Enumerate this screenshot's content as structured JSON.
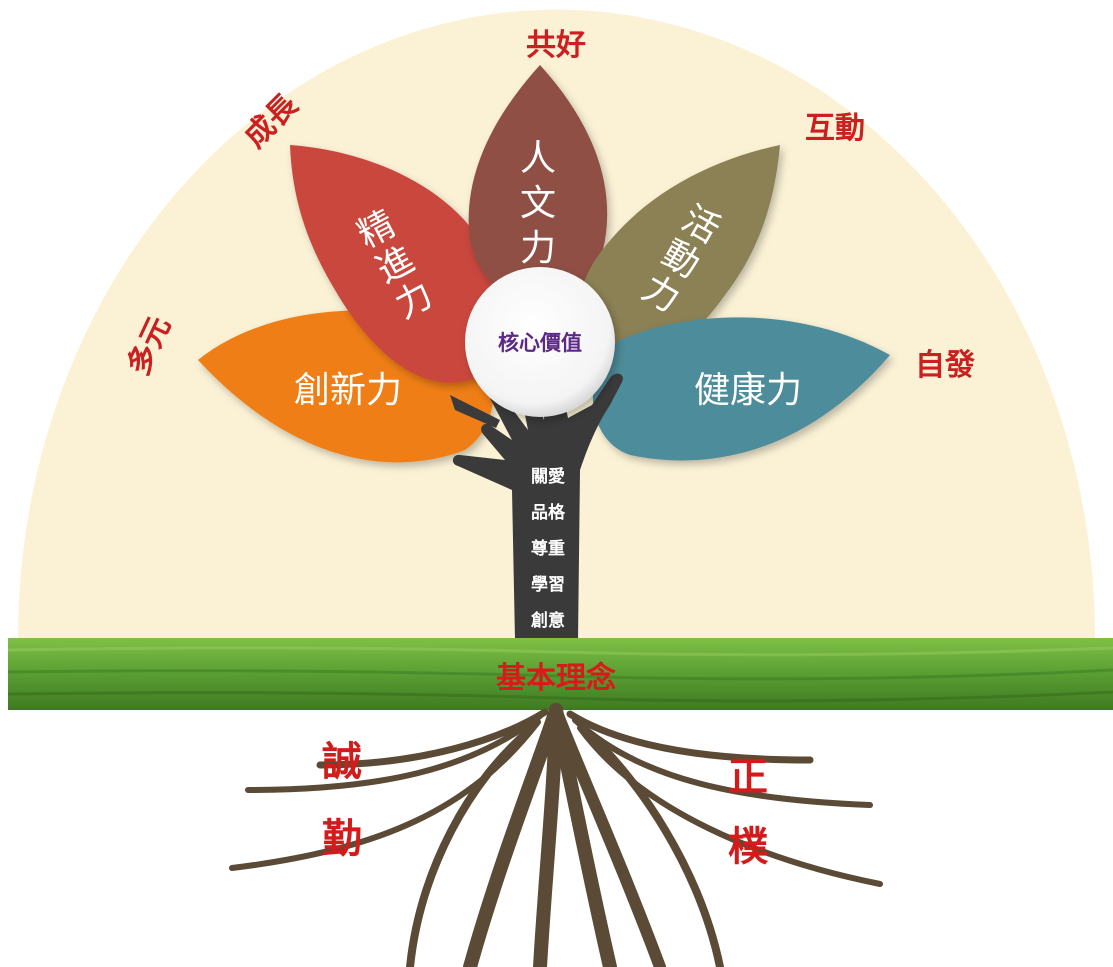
{
  "core": {
    "label": "核心價值"
  },
  "petals": [
    {
      "id": "innovation",
      "label": "創新力",
      "color": "#f07e12"
    },
    {
      "id": "progress",
      "label": "精\n進\n力",
      "color": "#c9473c"
    },
    {
      "id": "humanities",
      "label": "人\n文\n力",
      "color": "#8f4f44"
    },
    {
      "id": "activity",
      "label": "活\n動\n力",
      "color": "#8b8155"
    },
    {
      "id": "health",
      "label": "健康力",
      "color": "#4e8c9a"
    }
  ],
  "outer_words": [
    {
      "id": "diverse",
      "label": "多元"
    },
    {
      "id": "growth",
      "label": "成長"
    },
    {
      "id": "common-good",
      "label": "共好"
    },
    {
      "id": "interaction",
      "label": "互動"
    },
    {
      "id": "initiative",
      "label": "自發"
    }
  ],
  "trunk_words": [
    {
      "id": "care",
      "label": "關愛"
    },
    {
      "id": "character",
      "label": "品格"
    },
    {
      "id": "respect",
      "label": "尊重"
    },
    {
      "id": "learning",
      "label": "學習"
    },
    {
      "id": "creativity",
      "label": "創意"
    }
  ],
  "base": {
    "label": "基本理念"
  },
  "root_words": [
    {
      "id": "sincerity",
      "label": "誠"
    },
    {
      "id": "diligence",
      "label": "勤"
    },
    {
      "id": "integrity",
      "label": "正"
    },
    {
      "id": "simplicity",
      "label": "樸"
    }
  ],
  "colors": {
    "sun": "#fbf2d6",
    "grass": "#5a9e33",
    "grass_dark": "#3f7a22",
    "root": "#5b4a35",
    "hand": "#3a3a3a",
    "accent_red": "#cc1f1f",
    "core_purple": "#5c2a86"
  }
}
